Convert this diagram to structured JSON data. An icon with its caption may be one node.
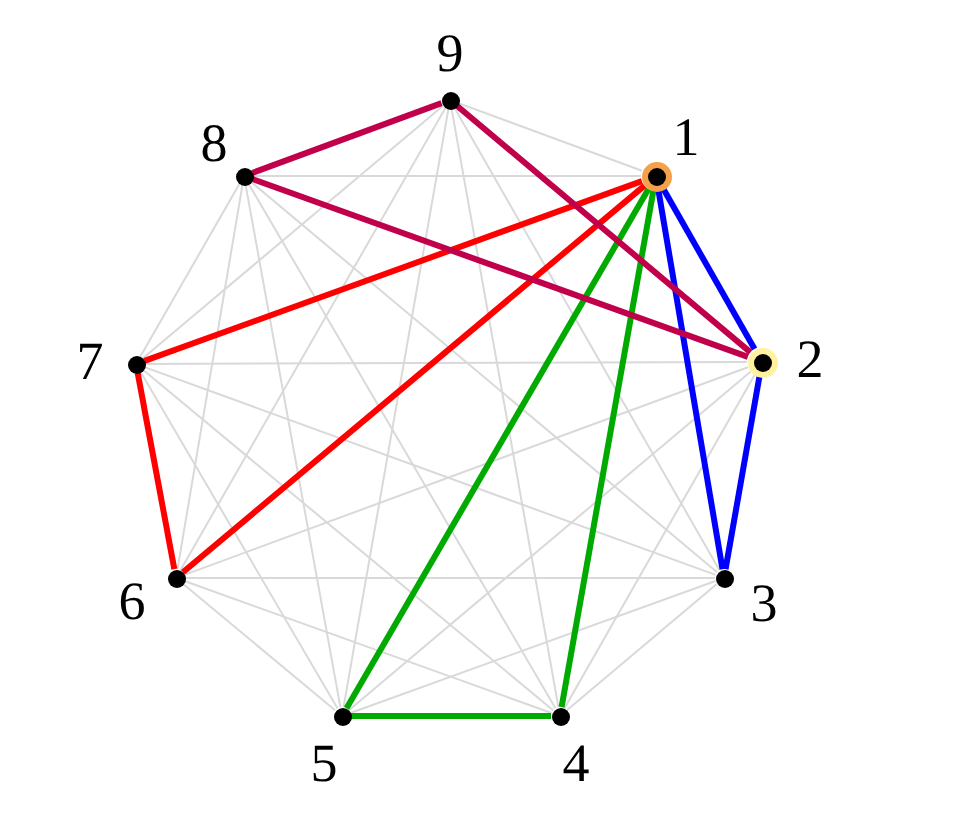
{
  "diagram": {
    "nodes": [
      {
        "text": [],
        "shape": "circle",
        "beside": [
          "1"
        ]
      },
      {
        "text": [],
        "shape": "circle",
        "beside": [
          "2"
        ]
      },
      {
        "text": [],
        "shape": "circle",
        "beside": [
          "3"
        ]
      },
      {
        "text": [],
        "shape": "circle",
        "beside": [
          "4"
        ]
      },
      {
        "text": [],
        "shape": "circle",
        "beside": [
          "5"
        ]
      },
      {
        "text": [],
        "shape": "circle",
        "beside": [
          "6"
        ]
      },
      {
        "text": [],
        "shape": "circle",
        "beside": [
          "7"
        ]
      },
      {
        "text": [],
        "shape": "circle",
        "beside": [
          "8"
        ]
      },
      {
        "text": [],
        "shape": "circle",
        "beside": [
          "9"
        ]
      }
    ],
    "edges": [
      {
        "from": 0,
        "to": 1,
        "arrow": "none",
        "style": "thick",
        "color": "#0000ff"
      },
      {
        "from": 0,
        "to": 2,
        "arrow": "none",
        "style": "thick",
        "color": "#0000ff"
      },
      {
        "from": 0,
        "to": 3,
        "arrow": "none",
        "style": "thick",
        "color": "#00aa00"
      },
      {
        "from": 0,
        "to": 4,
        "arrow": "none",
        "style": "thick",
        "color": "#00aa00"
      },
      {
        "from": 0,
        "to": 5,
        "arrow": "none",
        "style": "thick",
        "color": "#ff0000"
      },
      {
        "from": 0,
        "to": 6,
        "arrow": "none",
        "style": "thick",
        "color": "#ff0000"
      },
      {
        "from": 0,
        "to": 7,
        "arrow": "none"
      },
      {
        "from": 0,
        "to": 8,
        "arrow": "none"
      },
      {
        "from": 1,
        "to": 2,
        "arrow": "none",
        "style": "thick",
        "color": "#0000ff"
      },
      {
        "from": 1,
        "to": 3,
        "arrow": "none"
      },
      {
        "from": 1,
        "to": 4,
        "arrow": "none"
      },
      {
        "from": 1,
        "to": 5,
        "arrow": "none"
      },
      {
        "from": 1,
        "to": 6,
        "arrow": "none"
      },
      {
        "from": 1,
        "to": 7,
        "arrow": "none",
        "style": "thick",
        "color": "#c0004a"
      },
      {
        "from": 1,
        "to": 8,
        "arrow": "none",
        "style": "thick",
        "color": "#c0004a"
      },
      {
        "from": 2,
        "to": 3,
        "arrow": "none"
      },
      {
        "from": 2,
        "to": 4,
        "arrow": "none"
      },
      {
        "from": 2,
        "to": 5,
        "arrow": "none"
      },
      {
        "from": 2,
        "to": 6,
        "arrow": "none"
      },
      {
        "from": 2,
        "to": 7,
        "arrow": "none"
      },
      {
        "from": 2,
        "to": 8,
        "arrow": "none"
      },
      {
        "from": 3,
        "to": 4,
        "arrow": "none",
        "style": "thick",
        "color": "#00aa00"
      },
      {
        "from": 3,
        "to": 5,
        "arrow": "none"
      },
      {
        "from": 3,
        "to": 6,
        "arrow": "none"
      },
      {
        "from": 3,
        "to": 7,
        "arrow": "none"
      },
      {
        "from": 3,
        "to": 8,
        "arrow": "none"
      },
      {
        "from": 4,
        "to": 5,
        "arrow": "none"
      },
      {
        "from": 4,
        "to": 6,
        "arrow": "none"
      },
      {
        "from": 4,
        "to": 7,
        "arrow": "none"
      },
      {
        "from": 4,
        "to": 8,
        "arrow": "none"
      },
      {
        "from": 5,
        "to": 6,
        "arrow": "none",
        "style": "thick",
        "color": "#ff0000"
      },
      {
        "from": 5,
        "to": 7,
        "arrow": "none"
      },
      {
        "from": 5,
        "to": 8,
        "arrow": "none"
      },
      {
        "from": 6,
        "to": 7,
        "arrow": "none"
      },
      {
        "from": 6,
        "to": 8,
        "arrow": "none"
      },
      {
        "from": 7,
        "to": 8,
        "arrow": "none",
        "style": "thick",
        "color": "#c0004a"
      }
    ]
  }
}
